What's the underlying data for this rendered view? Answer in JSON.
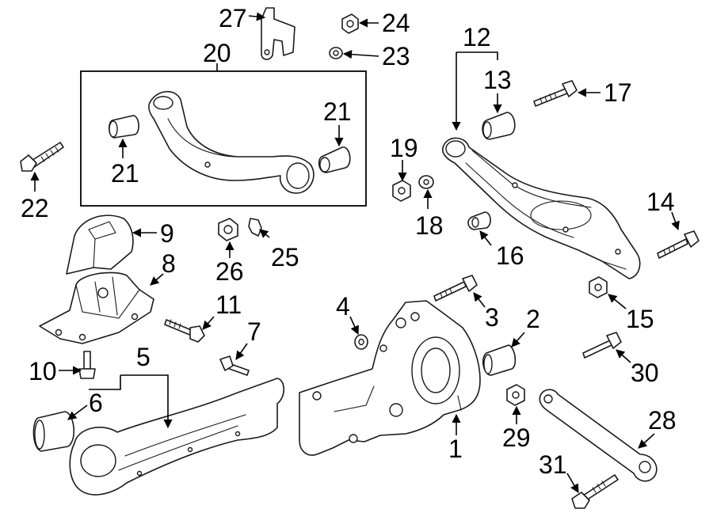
{
  "callouts": {
    "c1": "1",
    "c2": "2",
    "c3": "3",
    "c4": "4",
    "c5": "5",
    "c6": "6",
    "c7": "7",
    "c8": "8",
    "c9": "9",
    "c10": "10",
    "c11": "11",
    "c12": "12",
    "c13": "13",
    "c14": "14",
    "c15": "15",
    "c16": "16",
    "c17": "17",
    "c18": "18",
    "c19": "19",
    "c20": "20",
    "c21a": "21",
    "c21b": "21",
    "c22": "22",
    "c23": "23",
    "c24": "24",
    "c25": "25",
    "c26": "26",
    "c27": "27",
    "c28": "28",
    "c29": "29",
    "c30": "30",
    "c31": "31"
  },
  "colors": {
    "line": "#1a1a1a",
    "background": "#ffffff"
  }
}
